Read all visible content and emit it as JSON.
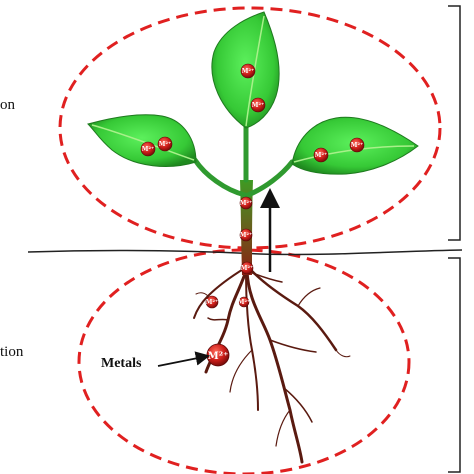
{
  "labels": {
    "top_partial": "on",
    "bottom_partial": "tion",
    "metals": "Metals"
  },
  "ions": {
    "leaf": "M²⁺",
    "stem": "M²⁺",
    "root": "M²⁺",
    "legend": "M²⁺"
  },
  "colors": {
    "leaf": "#3ad43a",
    "leaf_dark": "#1e8f1e",
    "stem": "#4a7a1e",
    "root": "#5a1a10",
    "ion": "#c8201e",
    "dashed": "#e02020",
    "bracket": "#222222"
  }
}
